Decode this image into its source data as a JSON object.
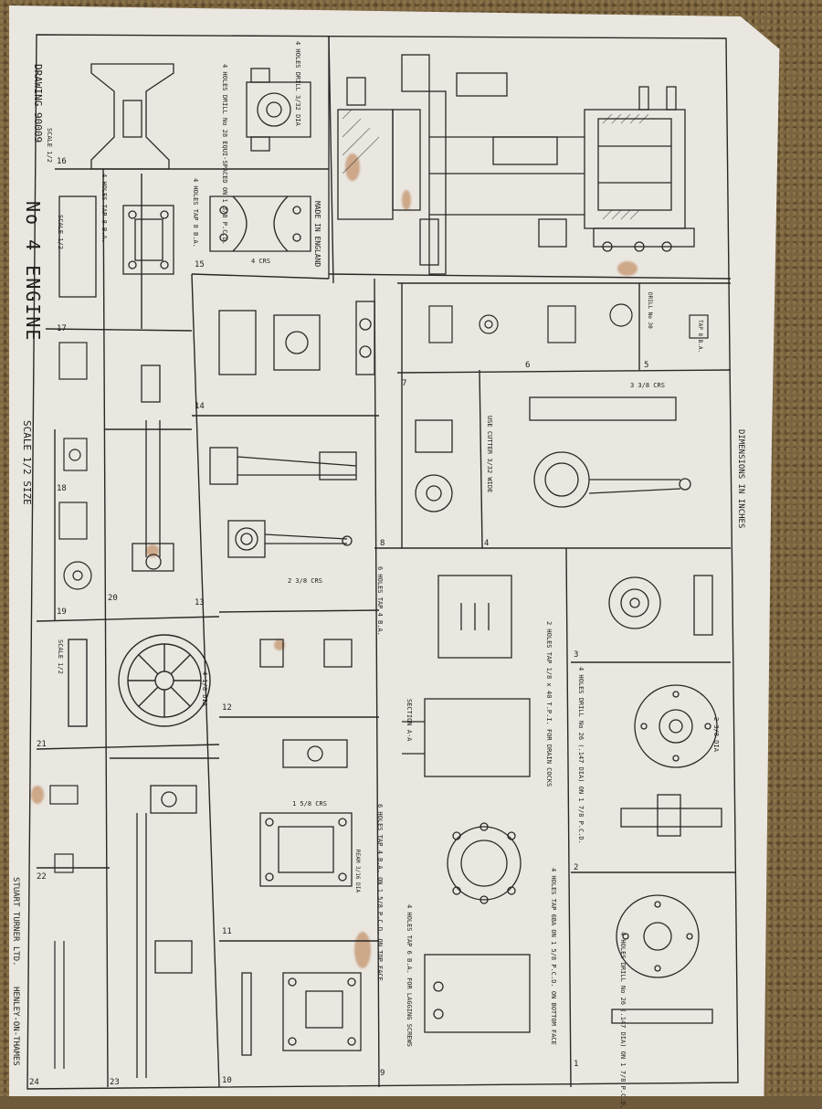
{
  "sheet": {
    "drawing_no": "DRAWING 90009",
    "title": "No 4  ENGINE",
    "scale_note": "SCALE 1/2 SIZE",
    "maker": "STUART TURNER LTD.",
    "place": "HENLEY-ON-THAMES",
    "units_note": "DIMENSIONS IN INCHES",
    "made_in": "MADE IN ENGLAND"
  },
  "panels": [
    {
      "num": "1"
    },
    {
      "num": "2"
    },
    {
      "num": "3"
    },
    {
      "num": "4"
    },
    {
      "num": "5"
    },
    {
      "num": "6"
    },
    {
      "num": "7"
    },
    {
      "num": "8"
    },
    {
      "num": "9"
    },
    {
      "num": "10"
    },
    {
      "num": "11"
    },
    {
      "num": "12"
    },
    {
      "num": "13"
    },
    {
      "num": "14"
    },
    {
      "num": "15"
    },
    {
      "num": "16"
    },
    {
      "num": "17"
    },
    {
      "num": "18"
    },
    {
      "num": "19"
    },
    {
      "num": "20"
    },
    {
      "num": "21"
    },
    {
      "num": "22"
    },
    {
      "num": "23"
    },
    {
      "num": "24"
    }
  ],
  "notes": {
    "n1": "4 HOLES DRILL No 26 (.147 DIA) ON 1 7/8 P.C.D.",
    "n3": "4 HOLES DRILL No 26 (.147 DIA) ON 1 7/8 P.C.D.",
    "n4": "USE CUTTER 3/32 WIDE",
    "n9a": "6 HOLES TAP 4 B.A.",
    "n9b": "2 HOLES TAP 1/8 x 40 T.P.I. FOR DRAIN COCKS",
    "n9c": "SECTION A-A",
    "n9d": "6 HOLES TAP 4 B.A. ON 1 5/8 P.C.D. ON TOP FACE",
    "n9e": "4 HOLES TAP 6 B.A. FOR LAGGING SCREWS",
    "n9f": "4 HOLES TAP 6BA ON 1 5/8 P.C.D. ON BOTTOM FACE",
    "n15": "4 HOLES TAP 8 B.A.",
    "n16": "4 HOLES DRILL No 28 EQUI-SPACED ON 1 3/8 P.C.D.",
    "n16b": "4 HOLES DRILL 3/32 DIA",
    "n17": "4 HOLES TAP 8 B.A.",
    "scale_half": "SCALE 1/2",
    "dia_a": "4 1/8 DIA",
    "dia_b": "2 3/8 DIA",
    "crs_a": "3 3/8 CRS",
    "crs_b": "2 3/8 CRS",
    "crs_c": "1 5/8 CRS",
    "crs_d": "4 CRS",
    "tap_a": "TAP 8 B.A.",
    "drill_a": "DRILL No 30",
    "ream_a": "REAM 3/16 DIA"
  }
}
